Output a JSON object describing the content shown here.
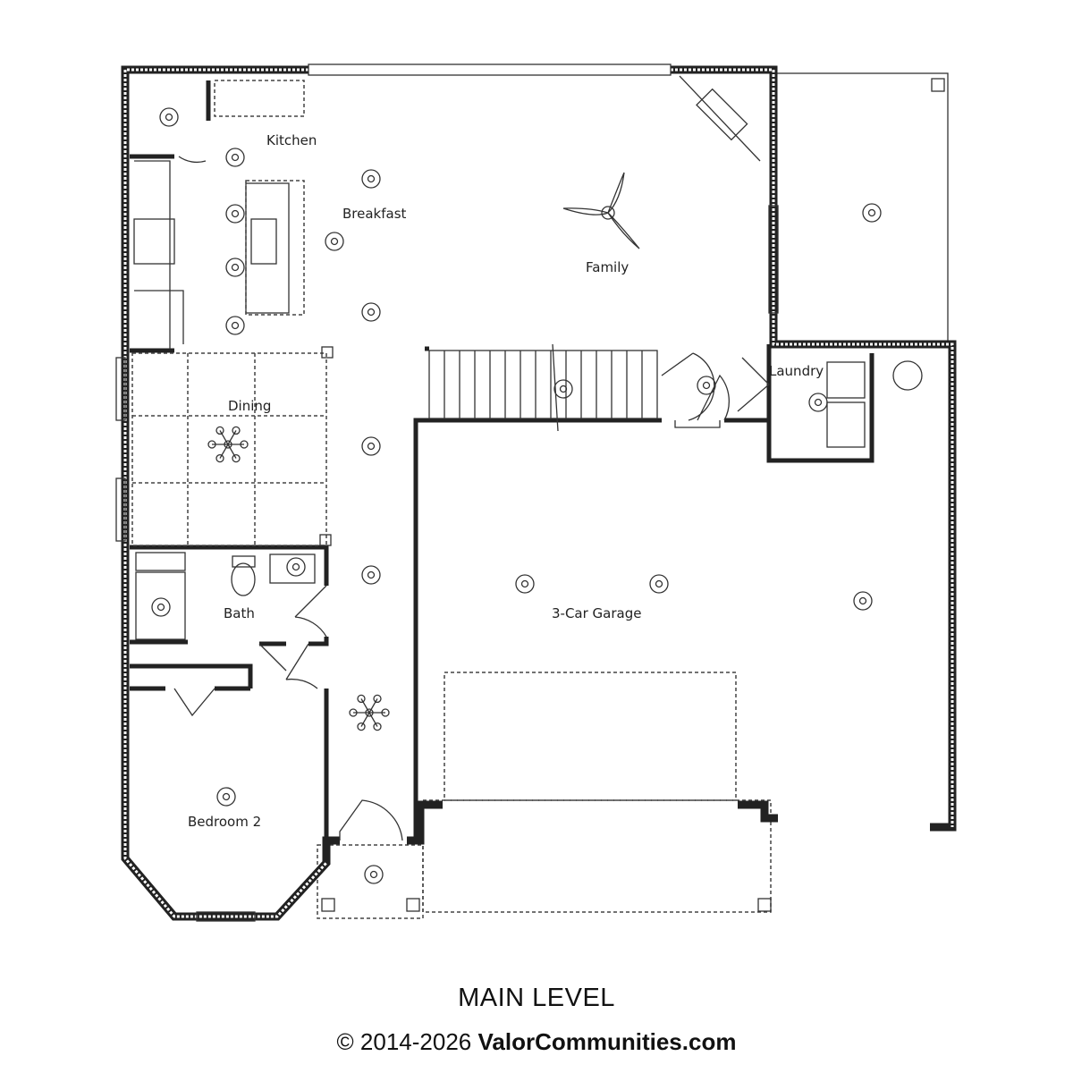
{
  "plan": {
    "rooms": {
      "kitchen": "Kitchen",
      "breakfast": "Breakfast",
      "family": "Family",
      "dining": "Dining",
      "laundry": "Laundry",
      "bath": "Bath",
      "garage": "3-Car Garage",
      "bedroom2": "Bedroom 2"
    }
  },
  "footer": {
    "title": "MAIN LEVEL",
    "copyright_years": "© 2014-2026",
    "brand": "ValorCommunities.com"
  }
}
